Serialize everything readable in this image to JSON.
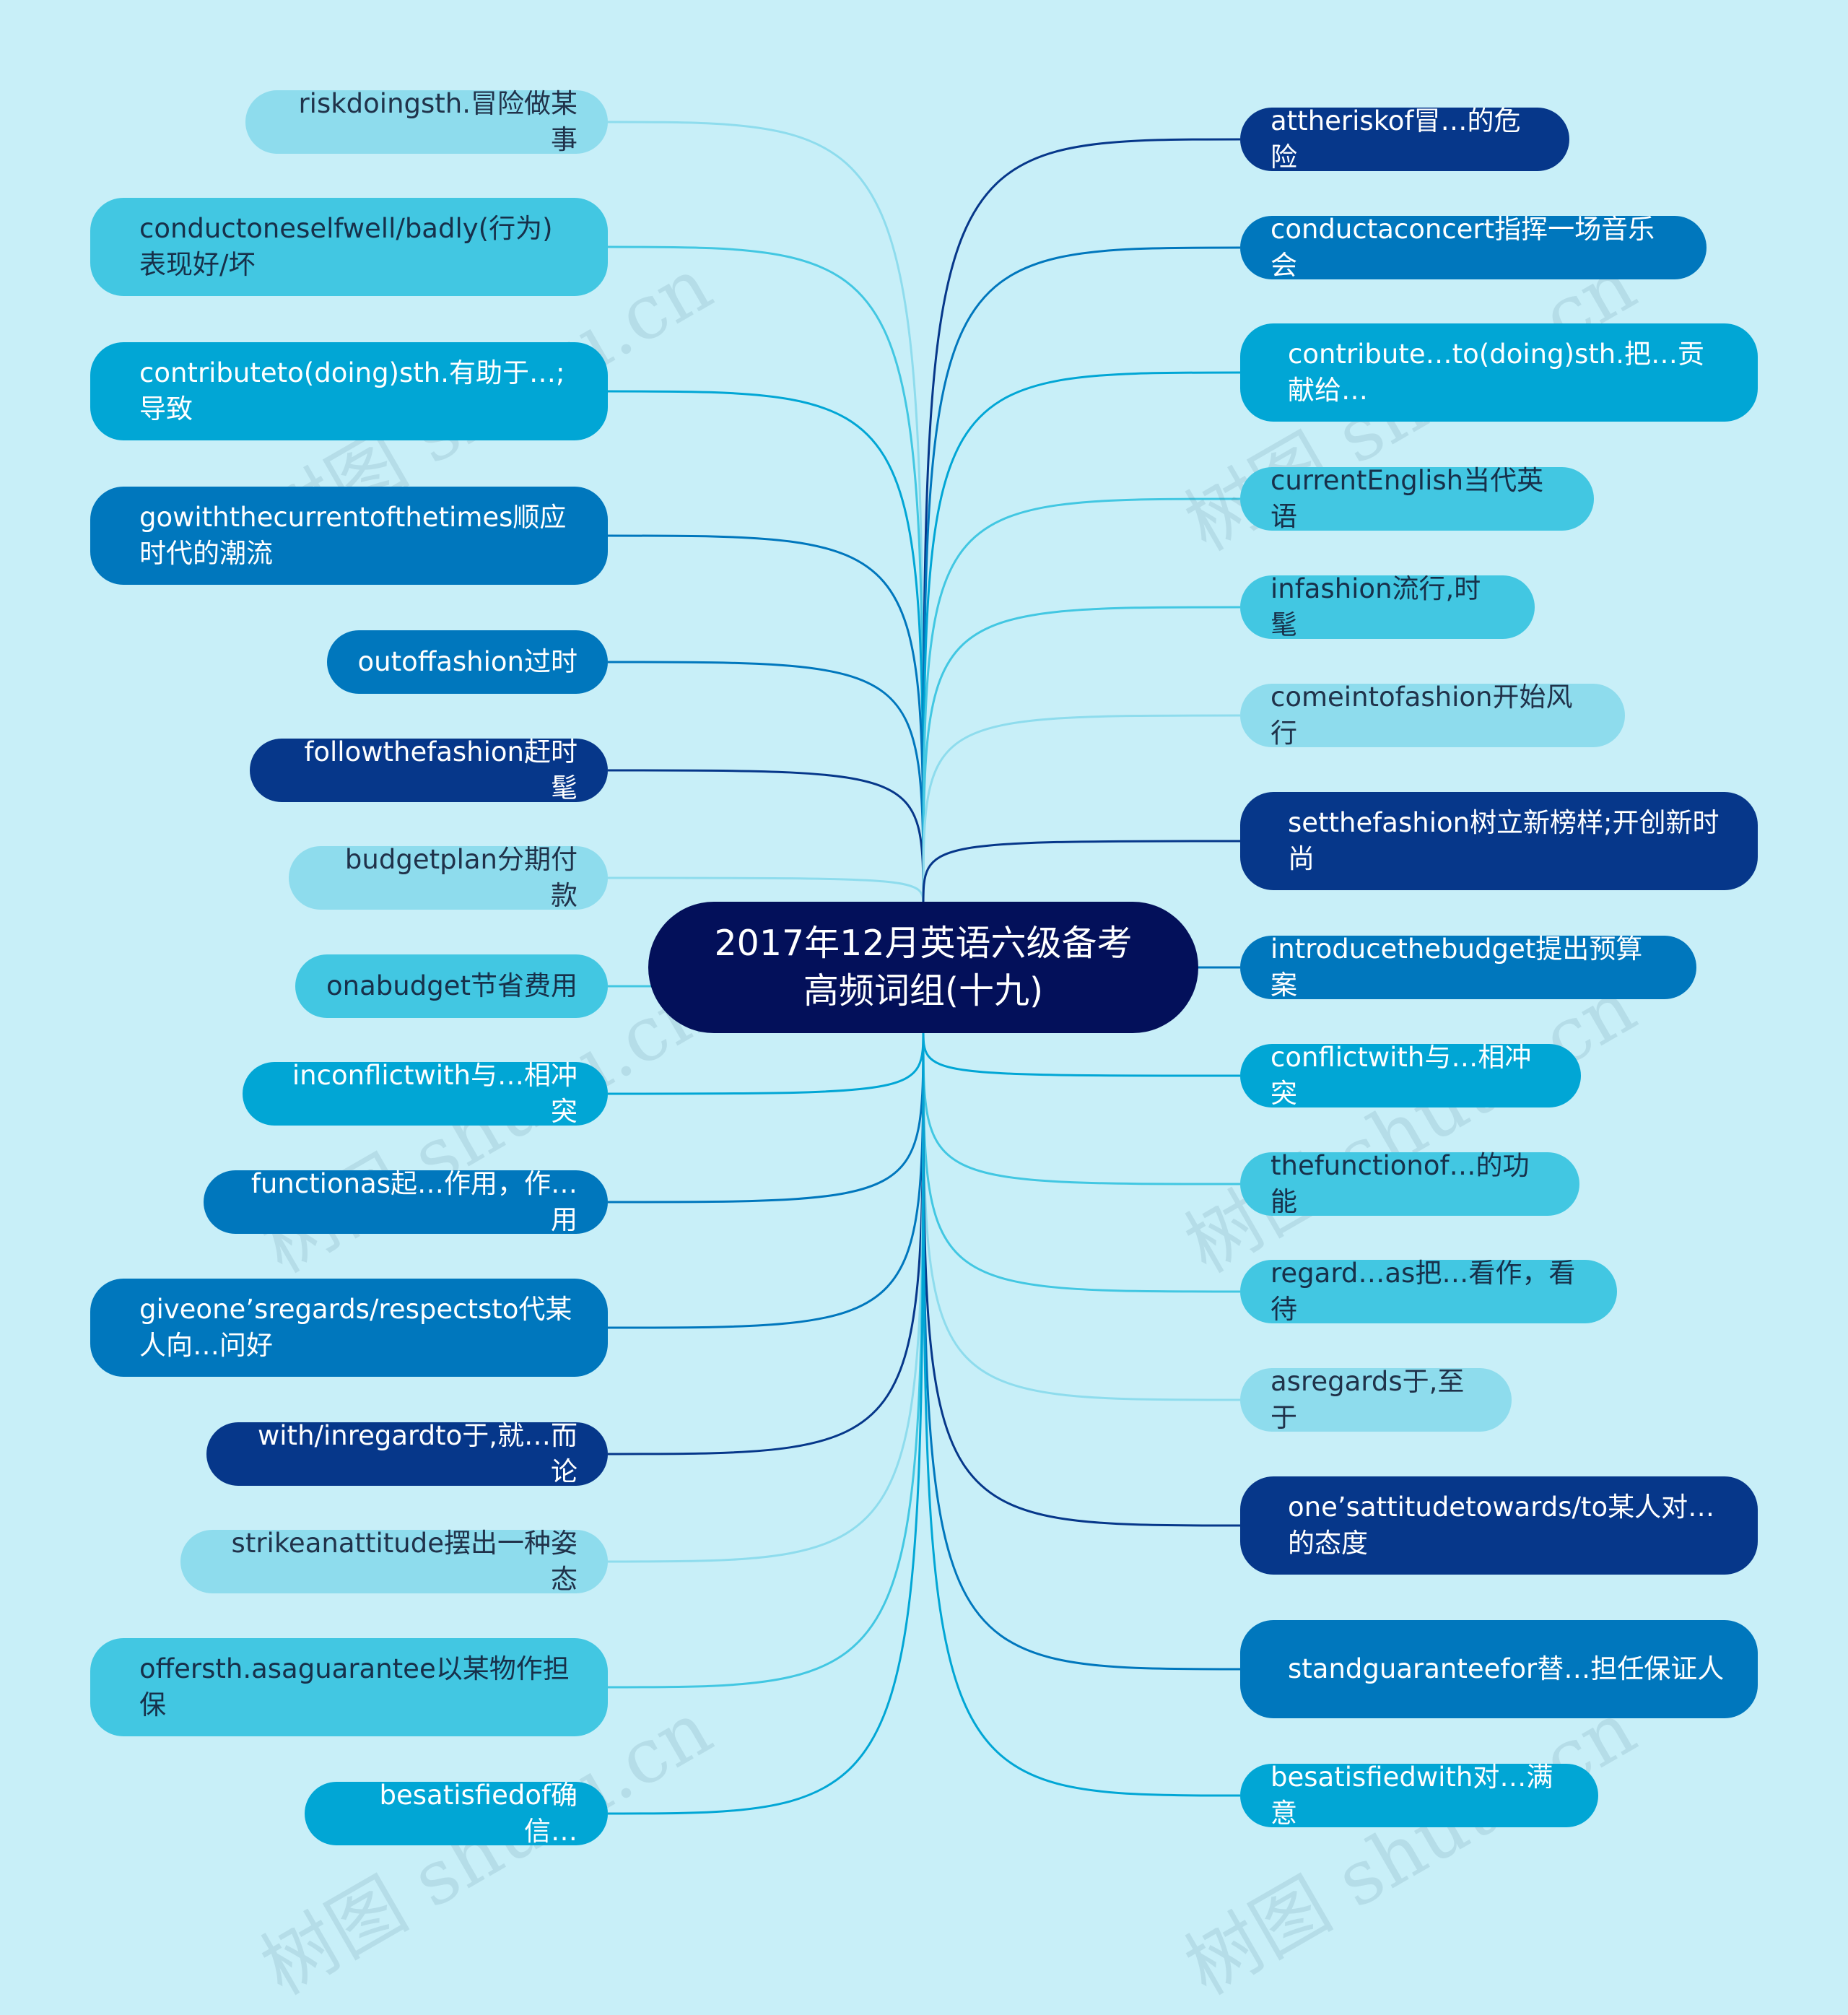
{
  "center": {
    "line1": "2017年12月英语六级备考",
    "line2": "高频词组(十九)"
  },
  "left_topics": [
    {
      "text": "riskdoingsth.冒险做某事",
      "color": "#8edced"
    },
    {
      "text": "conductoneselfwell/badly(行为)表现好/坏",
      "color": "#42c7e2"
    },
    {
      "text": "contributeto(doing)sth.有助于…;导致",
      "color": "#01a6d5"
    },
    {
      "text": "gowiththecurrentofthetimes顺应时代的潮流",
      "color": "#0077bd"
    },
    {
      "text": "outoffashion过时",
      "color": "#0077bd"
    },
    {
      "text": "followthefashion赶时髦",
      "color": "#06378a"
    },
    {
      "text": "budgetplan分期付款",
      "color": "#8edced"
    },
    {
      "text": "onabudget节省费用",
      "color": "#42c7e2"
    },
    {
      "text": "inconflictwith与…相冲突",
      "color": "#01a6d5"
    },
    {
      "text": "functionas起…作用，作…用",
      "color": "#0077bd"
    },
    {
      "text": "giveone’sregards/respectsto代某人向…问好",
      "color": "#0077bd"
    },
    {
      "text": "with/inregardto于,就…而论",
      "color": "#06378a"
    },
    {
      "text": "strikeanattitude摆出一种姿态",
      "color": "#8edced"
    },
    {
      "text": "offersth.asaguarantee以某物作担保",
      "color": "#42c7e2"
    },
    {
      "text": "besatisfiedof确信…",
      "color": "#01a6d5"
    }
  ],
  "right_topics": [
    {
      "text": "attheriskof冒…的危险",
      "color": "#06378a"
    },
    {
      "text": "conductaconcert指挥一场音乐会",
      "color": "#0077bd"
    },
    {
      "text": "contribute…to(doing)sth.把…贡献给…",
      "color": "#01a6d5"
    },
    {
      "text": "currentEnglish当代英语",
      "color": "#42c7e2"
    },
    {
      "text": "infashion流行,时髦",
      "color": "#42c7e2"
    },
    {
      "text": "comeintofashion开始风行",
      "color": "#8edced"
    },
    {
      "text": "setthefashion树立新榜样;开创新时尚",
      "color": "#06378a"
    },
    {
      "text": "introducethebudget提出预算案",
      "color": "#0077bd"
    },
    {
      "text": "conflictwith与…相冲突",
      "color": "#01a6d5"
    },
    {
      "text": "thefunctionof…的功能",
      "color": "#42c7e2"
    },
    {
      "text": "regard…as把…看作，看待",
      "color": "#42c7e2"
    },
    {
      "text": "asregards于,至于",
      "color": "#8edced"
    },
    {
      "text": "one’sattitudetowards/to某人对…的态度",
      "color": "#06378a"
    },
    {
      "text": "standguaranteefor替…担任保证人",
      "color": "#0077bd"
    },
    {
      "text": "besatisfiedwith对…满意",
      "color": "#01a6d5"
    }
  ],
  "watermark": "树图 shutu.cn",
  "colors": {
    "background": "#c8eff8",
    "center": "#03105a"
  }
}
